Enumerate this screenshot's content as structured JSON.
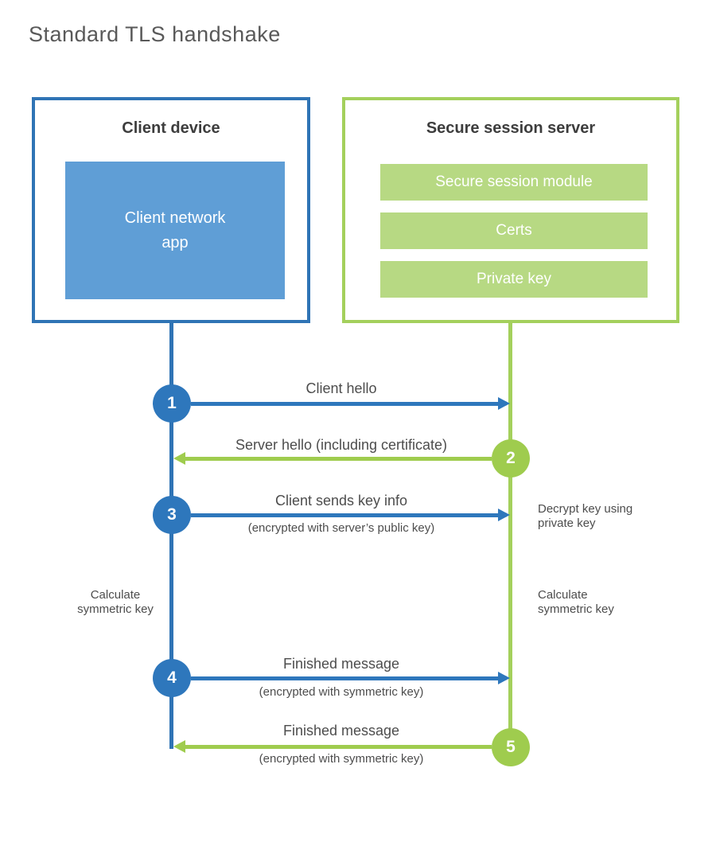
{
  "title": "Standard TLS handshake",
  "client": {
    "title": "Client device",
    "app": "Client network\napp"
  },
  "server": {
    "title": "Secure session server",
    "modules": [
      "Secure session module",
      "Certs",
      "Private key"
    ]
  },
  "steps": [
    {
      "num": "1",
      "label": "Client hello",
      "sub": ""
    },
    {
      "num": "2",
      "label": "Server hello (including certificate)",
      "sub": ""
    },
    {
      "num": "3",
      "label": "Client sends key info",
      "sub": "(encrypted with server’s public key)"
    },
    {
      "num": "4",
      "label": "Finished message",
      "sub": "(encrypted with symmetric key)"
    },
    {
      "num": "5",
      "label": "Finished message",
      "sub": "(encrypted with symmetric key)"
    }
  ],
  "notes": {
    "decrypt": "Decrypt key using\nprivate key",
    "calc_left": "Calculate\nsymmetric key",
    "calc_right": "Calculate\nsymmetric key"
  },
  "colors": {
    "blue_accent": "#2e77bc",
    "blue_border": "#2f74b5",
    "blue_fill": "#5f9ed6",
    "green_accent": "#9fcc4e",
    "green_border": "#a4d05c",
    "green_fill": "#b7d983",
    "title_text": "#595959",
    "heading_text": "#3d3d3d",
    "label_text": "#4d4d4d"
  }
}
